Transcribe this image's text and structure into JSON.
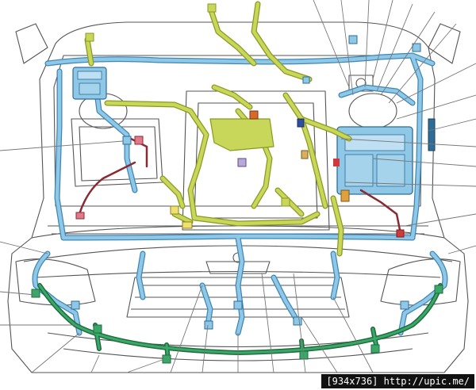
{
  "watermark": {
    "text": "[934x736] http://upic.me/"
  },
  "colors": {
    "outline": "#444444",
    "body_fill": "#ffffff",
    "harness_blue": "#8fc8e6",
    "harness_blue_dark": "#3e86b6",
    "harness_yellow": "#c8d65a",
    "harness_yellow_dark": "#8a9a20",
    "harness_green": "#2f8a52",
    "harness_red": "#c0404a",
    "leader_line": "#777777",
    "background": "#ffffff"
  },
  "icons": {
    "connector": "small-rectangle",
    "battery": "battery-box",
    "fuse_box": "relay-box",
    "leader": "callout-line"
  }
}
